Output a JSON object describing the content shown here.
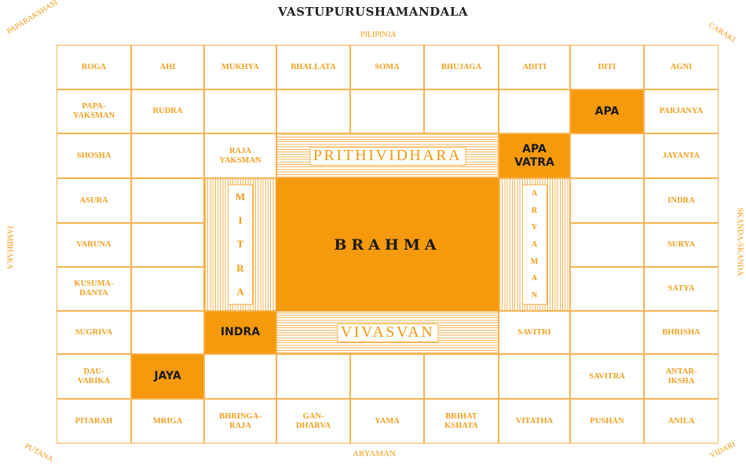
{
  "title": "VASTUPURUSHAMANDALA",
  "edges": {
    "top": "PILIPINJA",
    "bottom": "ARYAMAN",
    "left": "JAMBHAKA",
    "right": "SKANDA-SKANDA",
    "top_left": "PAPARAKSHASI",
    "top_right": "CARAKI",
    "bottom_left": "PUTANA",
    "bottom_right": "VIDARI"
  },
  "grid": [
    [
      "ROGA",
      "AHI",
      "MUKHYA",
      "BHALLATA",
      "SOMA",
      "BHUJAGA",
      "ADITI",
      "DITI",
      "AGNI"
    ],
    [
      "PAPA-\nYAKSMAN",
      "RUDRA",
      "",
      "",
      "",
      "",
      "",
      "APA",
      "PARJANYA"
    ],
    [
      "SHOSHA",
      "",
      "RAJA\nYAKSMAN",
      "",
      "",
      "",
      "APA\nVATRA",
      "",
      "JAYANTA"
    ],
    [
      "ASURA",
      "",
      "",
      "",
      "",
      "",
      "",
      "",
      "INDRA"
    ],
    [
      "VARUNA",
      "",
      "",
      "",
      "",
      "",
      "",
      "",
      "SURYA"
    ],
    [
      "KUSUMA-\nDANTA",
      "",
      "",
      "",
      "",
      "",
      "",
      "",
      "SATYA"
    ],
    [
      "SUGRIVA",
      "",
      "INDRA",
      "",
      "",
      "",
      "SAVITRI",
      "",
      "BHRISHA"
    ],
    [
      "DAU-\nVARIKA",
      "JAYA",
      "",
      "",
      "",
      "",
      "",
      "SAVITRA",
      "ANTAR-\nIKSHA"
    ],
    [
      "PITARAH",
      "MRIGA",
      "BHRINGA-\nRAJA",
      "GAN-\nDHARVA",
      "YAMA",
      "BRIHAT\nKSHATA",
      "VITATHA",
      "PUSHAN",
      "ANILA"
    ]
  ],
  "highlighted": [
    "1-7",
    "2-6",
    "6-2",
    "7-1"
  ],
  "bands": {
    "north": "PRITHIVIDHARA",
    "south": "VIVASVAN",
    "west": [
      "M",
      "I",
      "T",
      "R",
      "A"
    ],
    "east": [
      "A",
      "R",
      "Y",
      "A",
      "M",
      "A",
      "N"
    ]
  },
  "center": "BRAHMA",
  "colors": {
    "accent": "#f59a0d",
    "line": "#f7b453",
    "text": "#f0a020"
  }
}
